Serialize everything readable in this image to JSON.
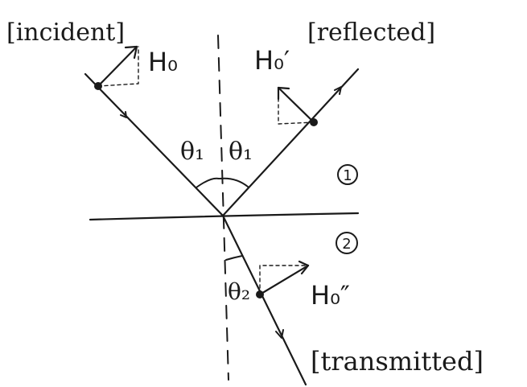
{
  "labels": {
    "incident": "[incident]",
    "reflected": "[reflected]",
    "transmitted": "[transmitted]",
    "h_incident": "H₀",
    "h_reflected": "H₀′",
    "h_transmitted": "H₀″",
    "theta_incident": "θ₁",
    "theta_reflected": "θ₁",
    "theta_transmitted": "θ₂",
    "medium_1": "1",
    "medium_2": "2"
  }
}
